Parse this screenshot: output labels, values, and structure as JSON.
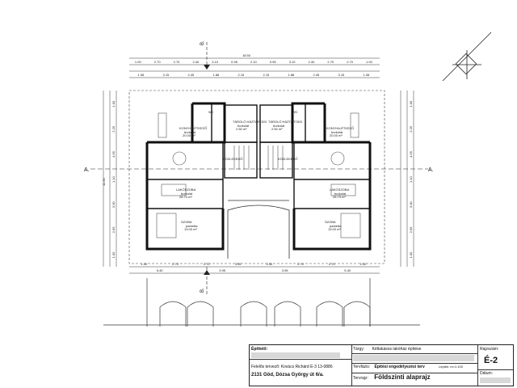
{
  "drawing": {
    "section_b_label": "B.",
    "section_a_label": "A.",
    "overall_width": "18.50",
    "dims_top": [
      "1.00",
      "2.70",
      "2.70",
      "2.40",
      "3.10",
      "0.95",
      "2.10",
      "0.95",
      "3.10",
      "2.40",
      "2.70",
      "2.70",
      "1.00"
    ],
    "dims_top2": [
      "1.08",
      "3.15",
      "2.45",
      "1.88",
      "2.15",
      "2.15",
      "1.88",
      "2.45",
      "3.15",
      "1.08"
    ],
    "dims_bottom": [
      "1.00",
      "2.70",
      "2.70",
      "3.95",
      "3.95",
      "2.70",
      "2.70",
      "1.00"
    ],
    "dims_bottom2": [
      "5.40",
      "3.95",
      "3.95",
      "5.40"
    ],
    "dims_left": [
      "1.00",
      "2.25",
      "4.55",
      "1.10",
      "3.00",
      "2.65",
      "1.00"
    ],
    "dims_right": [
      "1.00",
      "2.25",
      "4.55",
      "1.10",
      "3.00",
      "2.65",
      "1.00"
    ],
    "side_total": "11.30",
    "rooms": [
      {
        "name": "KONYHA-ÉTKEZŐ",
        "sub": "burkolat",
        "area": "20.00 m²"
      },
      {
        "name": "TÁROLÓ HÁZTARTÁSI",
        "sub": "burkolat",
        "area": "2.50 m²"
      },
      {
        "name": "TÁROLÓ HÁZTARTÁSI",
        "sub": "burkolat",
        "area": "2.50 m²"
      },
      {
        "name": "KONYHA-ÉTKEZŐ",
        "sub": "burkolat",
        "area": "20.00 m²"
      },
      {
        "name": "WC",
        "sub": "",
        "area": ""
      },
      {
        "name": "WC",
        "sub": "",
        "area": ""
      },
      {
        "name": "KÖZLEKEDŐ",
        "sub": "",
        "area": ""
      },
      {
        "name": "KÖZLEKEDŐ",
        "sub": "",
        "area": ""
      },
      {
        "name": "LAKÓSZOBA",
        "sub": "burkolat",
        "area": "26.73 m²"
      },
      {
        "name": "LAKÓSZOBA",
        "sub": "burkolat",
        "area": "26.73 m²"
      },
      {
        "name": "SZOBA",
        "sub": "parketta",
        "area": "13.00 m²"
      },
      {
        "name": "SZOBA",
        "sub": "parketta",
        "area": "13.00 m²"
      }
    ]
  },
  "title_block": {
    "client_label": "Építtető:",
    "designer_label": "Felelős tervező:",
    "designer_value": "Kovács Richárd  É-3 13-0886",
    "address": "2131 Göd,  Dózsa György út 6/a.",
    "subject_label": "Tárgy:",
    "subject_value": "Kétlakásos lakóház építése",
    "phase_label": "Tervfázis:",
    "phase_value": "Építési engedélyezési terv",
    "scale_label": "Lépték:",
    "scale_value": "m=1:100",
    "sheet_label": "Tervrajz:",
    "sheet_value": "Földszinti alaprajz",
    "number_label": "Rajzszám:",
    "number_value": "É-2",
    "date_label": "Dátum:"
  }
}
